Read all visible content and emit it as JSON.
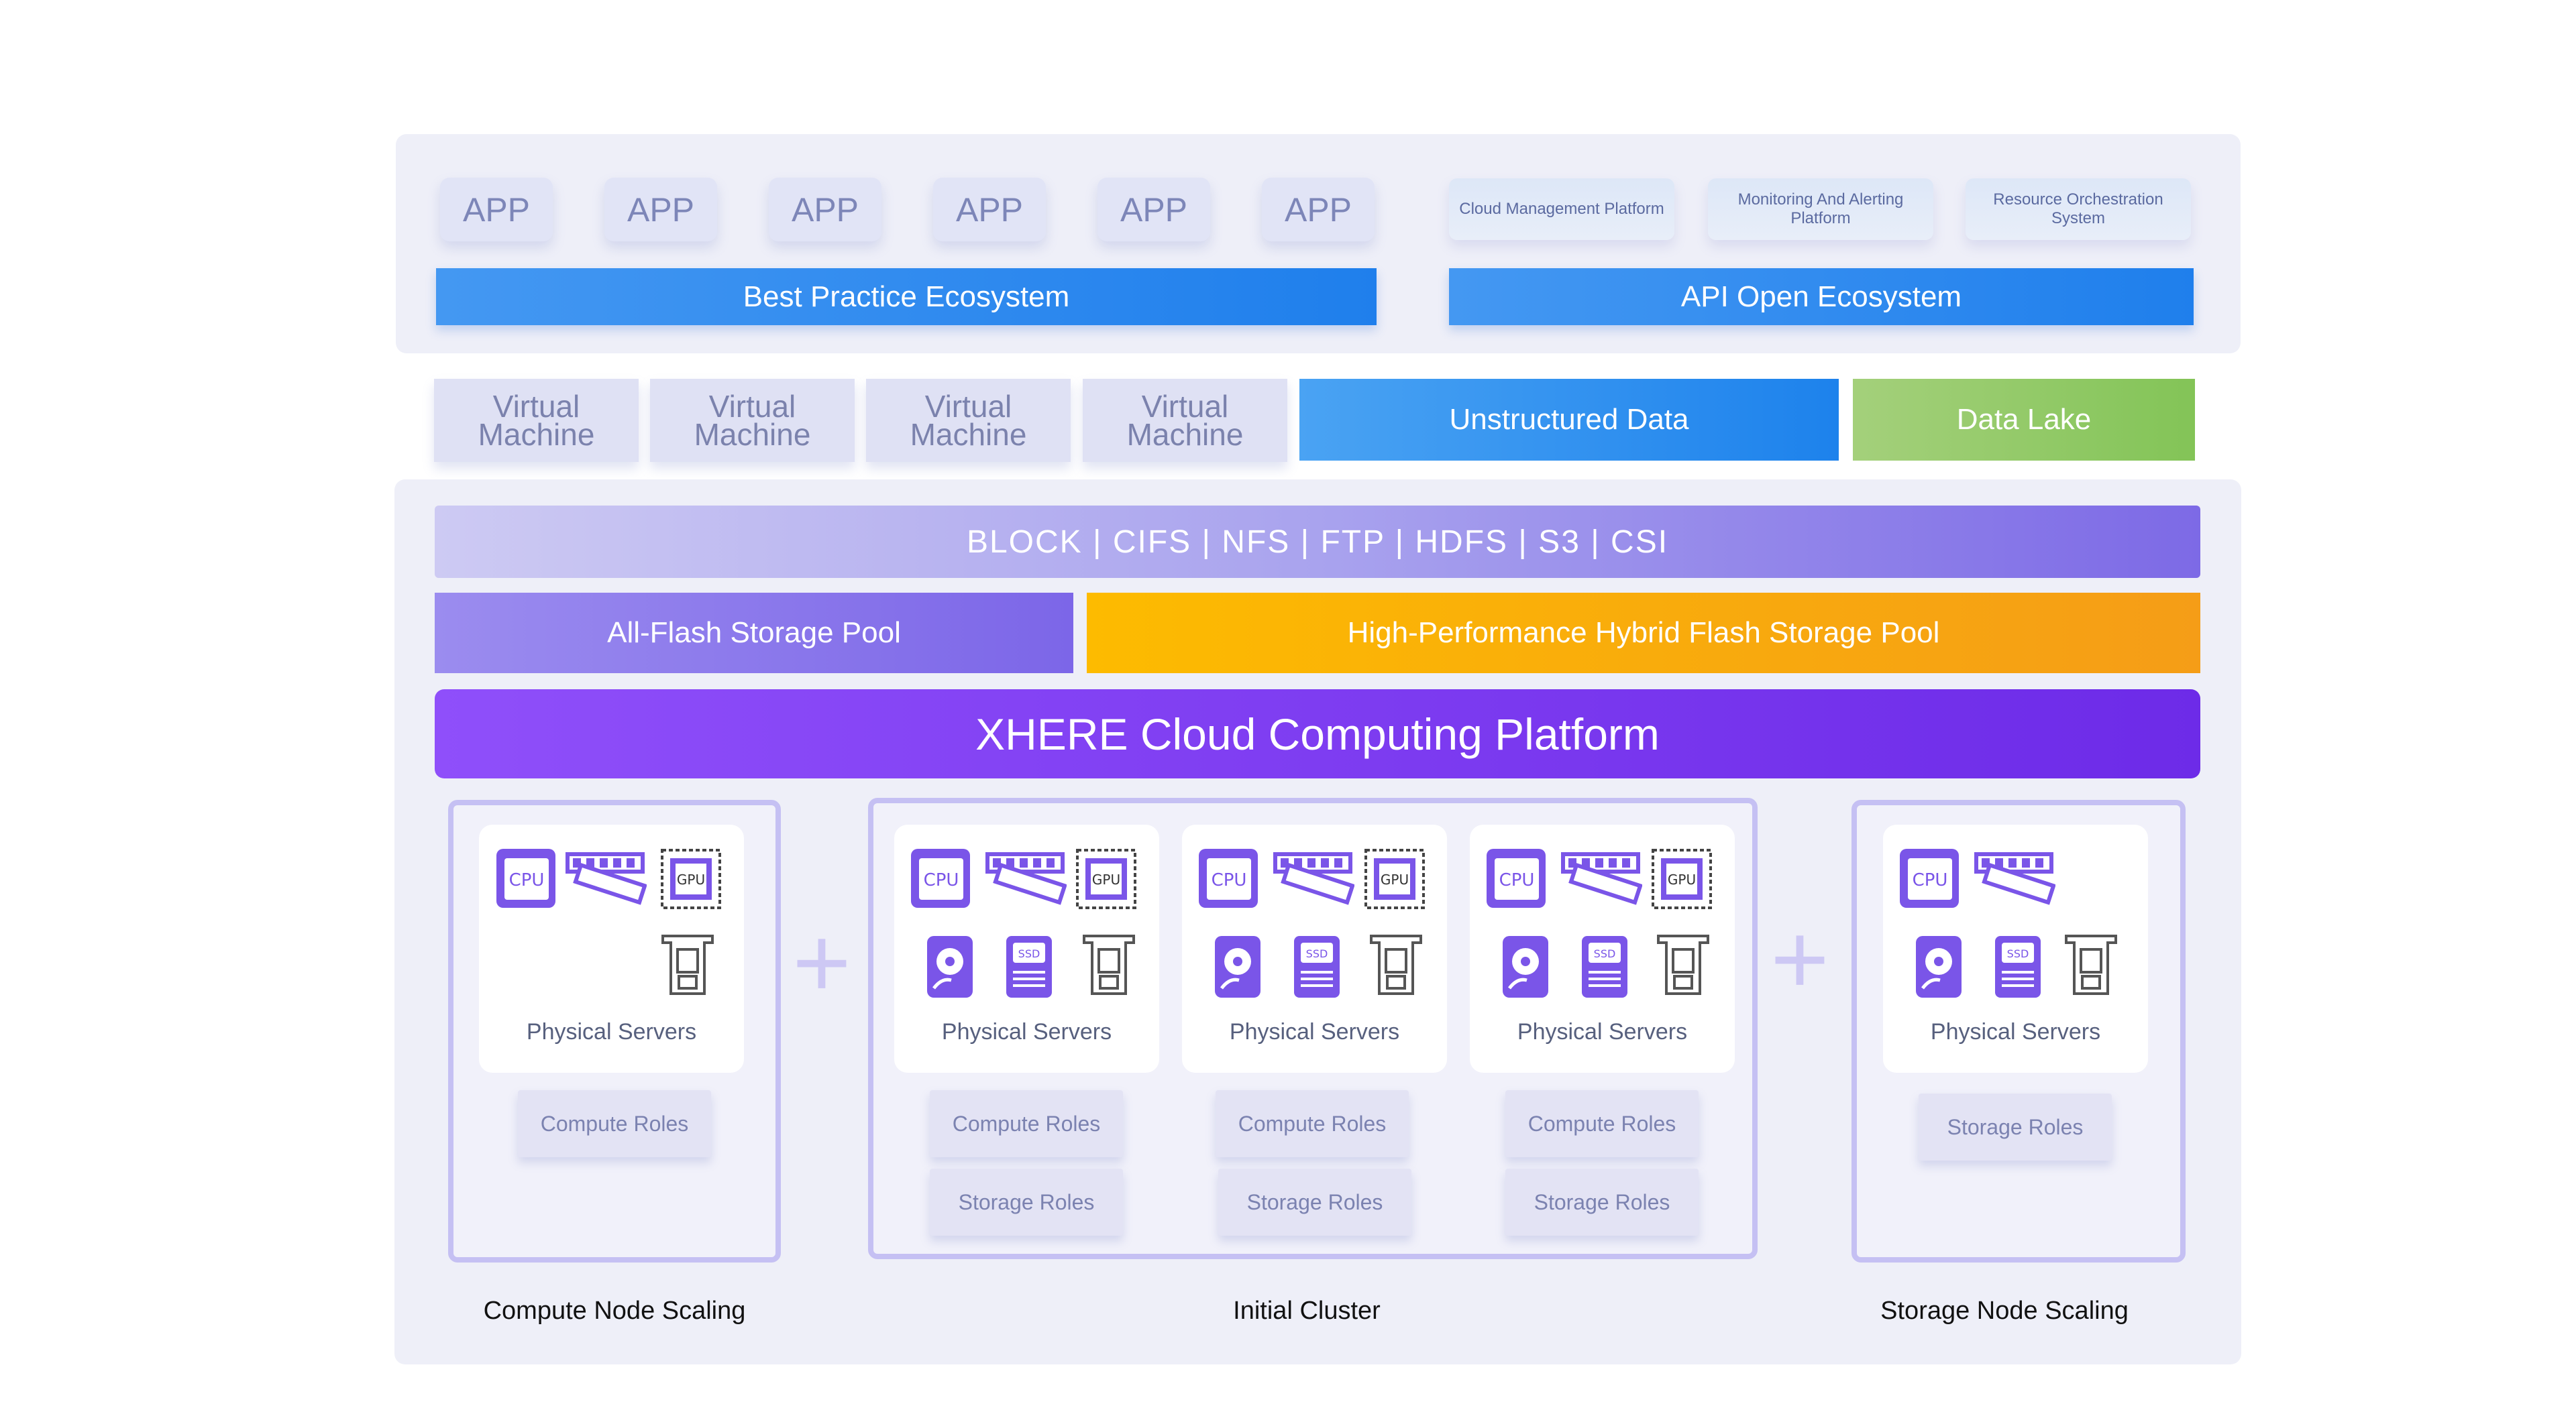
{
  "top": {
    "apps": [
      "APP",
      "APP",
      "APP",
      "APP",
      "APP",
      "APP"
    ],
    "management": [
      "Cloud Management Platform",
      "Monitoring And Alerting Platform",
      "Resource Orchestration System"
    ],
    "best_practice_label": "Best Practice Ecosystem",
    "api_label": "API Open Ecosystem"
  },
  "workloads": {
    "vms": [
      "Virtual Machine",
      "Virtual Machine",
      "Virtual Machine",
      "Virtual Machine"
    ],
    "unstructured": "Unstructured Data",
    "data_lake": "Data Lake"
  },
  "storage": {
    "protocols": "BLOCK | CIFS | NFS | FTP | HDFS | S3 | CSI",
    "all_flash": "All-Flash Storage Pool",
    "hybrid": "High-Performance Hybrid Flash Storage Pool",
    "platform": "XHERE Cloud Computing Platform"
  },
  "nodes": {
    "server_label": "Physical Servers",
    "compute_role": "Compute Roles",
    "storage_role": "Storage Roles",
    "plus": "+",
    "icon_text": {
      "cpu": "CPU",
      "gpu": "GPU",
      "ssd": "SSD"
    },
    "captions": {
      "compute_scaling": "Compute Node Scaling",
      "initial_cluster": "Initial Cluster",
      "storage_scaling": "Storage Node Scaling"
    }
  },
  "colors": {
    "blue": "#2f8cf0",
    "data_lake_green": "#8cc85e",
    "purple": "#7b3cf0",
    "orange": "#f7a813",
    "icon_purple": "#7a55e8"
  }
}
